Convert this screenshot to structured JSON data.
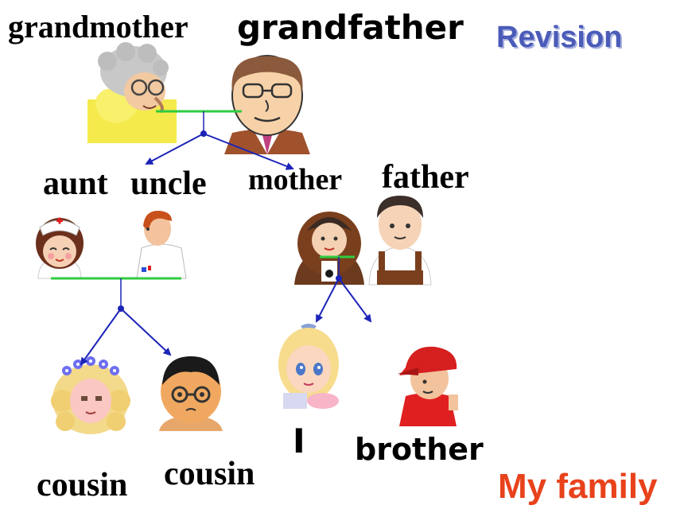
{
  "labels": {
    "grandmother": "grandmother",
    "grandfather": "grandfather",
    "aunt": "aunt",
    "uncle": "uncle",
    "mother": "mother",
    "father": "father",
    "cousin_left": "cousin",
    "cousin_right": "cousin",
    "me": "I",
    "brother": "brother"
  },
  "revision": "Revision",
  "footer_title": "My family",
  "colors": {
    "revision": "#4a5bb8",
    "footer": "#e8421c",
    "couple_line": "#2ecc40",
    "arrow": "#1c24b8"
  },
  "icons": [
    "grandmother-icon",
    "grandfather-icon",
    "aunt-nurse-icon",
    "uncle-icon",
    "mother-icon",
    "father-icon",
    "girl-cousin-icon",
    "boy-cousin-icon",
    "girl-me-icon",
    "brother-icon"
  ]
}
